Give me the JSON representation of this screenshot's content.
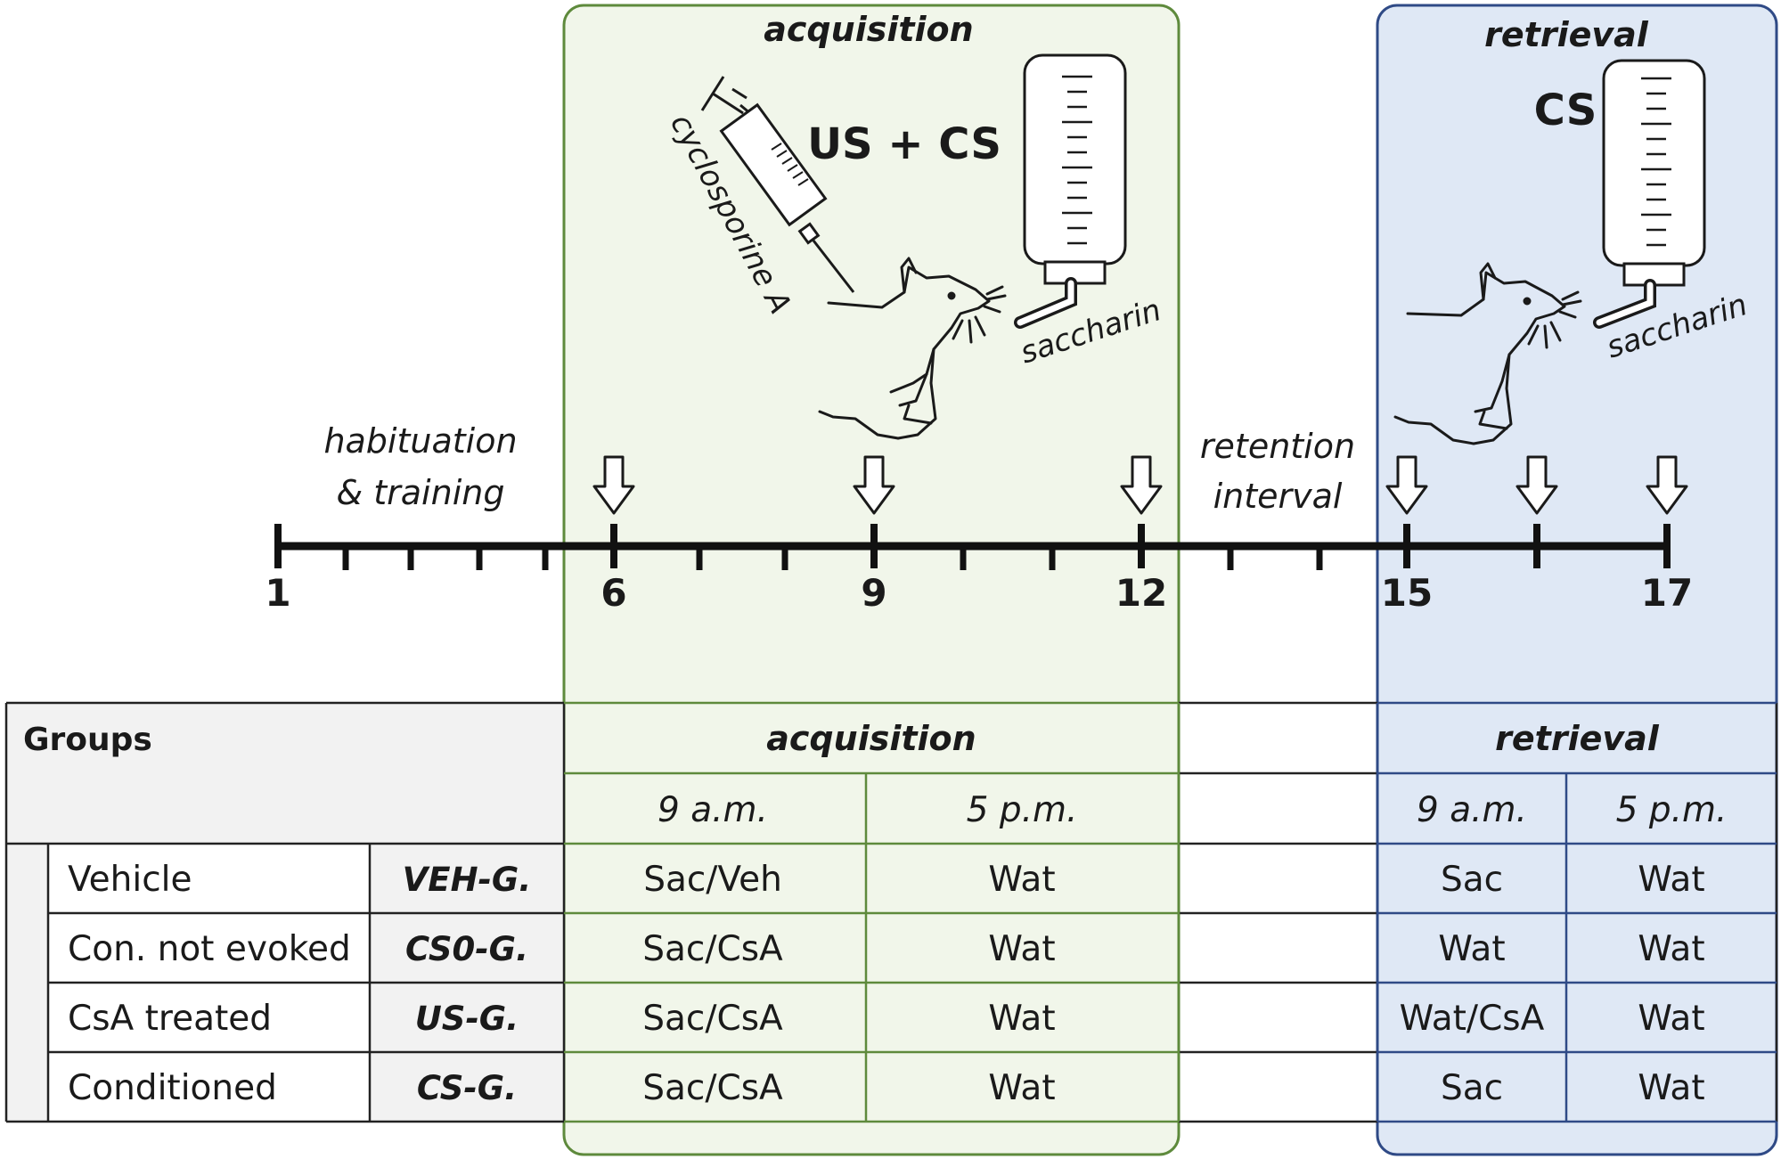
{
  "phases": {
    "acquisition": {
      "title": "acquisition",
      "stimulus": "US + CS",
      "injection_label": "cyclosporine A",
      "bottle_label": "saccharin",
      "color": "#f1f6ea",
      "border": "#5e8a3c"
    },
    "retrieval": {
      "title": "retrieval",
      "stimulus": "CS",
      "bottle_label": "saccharin",
      "color": "#dfe8f5",
      "border": "#2f4a86"
    },
    "habituation": "habituation",
    "habituation_line2": "& training",
    "retention": "retention",
    "retention_line2": "interval"
  },
  "timeline": {
    "tick_labels": [
      "1",
      "6",
      "9",
      "12",
      "15",
      "17"
    ],
    "arrow_days": [
      6,
      9,
      12,
      15,
      16,
      17
    ]
  },
  "table": {
    "groups_header": "Groups",
    "acquisition_header": "acquisition",
    "retrieval_header": "retrieval",
    "times": [
      "9 a.m.",
      "5 p.m.",
      "9 a.m.",
      "5 p.m."
    ],
    "rows": [
      {
        "group": "Vehicle",
        "code": "VEH-G.",
        "acq_am": "Sac/Veh",
        "acq_pm": "Wat",
        "ret_am": "Sac",
        "ret_pm": "Wat"
      },
      {
        "group": "Con. not evoked",
        "code": "CS0-G.",
        "acq_am": "Sac/CsA",
        "acq_pm": "Wat",
        "ret_am": "Wat",
        "ret_pm": "Wat"
      },
      {
        "group": "CsA treated",
        "code": "US-G.",
        "acq_am": "Sac/CsA",
        "acq_pm": "Wat",
        "ret_am": "Wat/CsA",
        "ret_pm": "Wat"
      },
      {
        "group": "Conditioned",
        "code": "CS-G.",
        "acq_am": "Sac/CsA",
        "acq_pm": "Wat",
        "ret_am": "Sac",
        "ret_pm": "Wat"
      }
    ]
  }
}
